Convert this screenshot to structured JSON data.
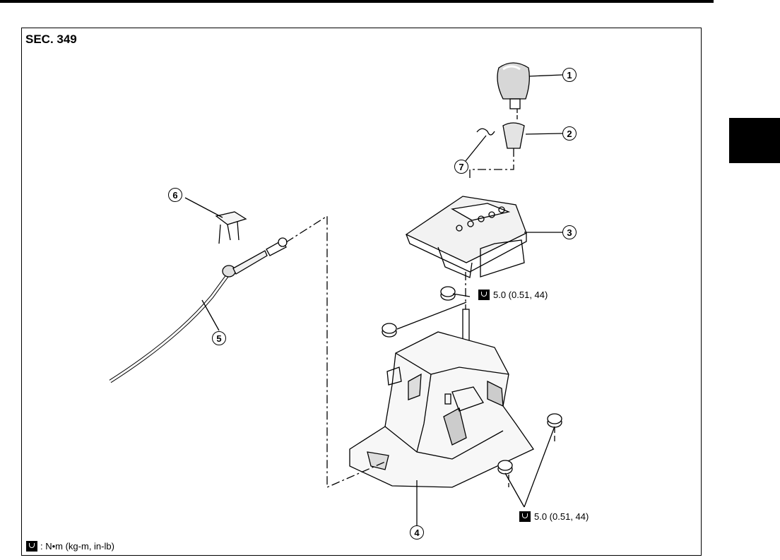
{
  "section_label": "SEC. 349",
  "callouts": {
    "c1": "1",
    "c2": "2",
    "c3": "3",
    "c4": "4",
    "c5": "5",
    "c6": "6",
    "c7": "7"
  },
  "torques": {
    "upper": "5.0 (0.51, 44)",
    "lower": "5.0 (0.51, 44)"
  },
  "legend": ": N•m (kg-m, in-lb)",
  "icons": {
    "torque": "torque-wrench-icon"
  }
}
